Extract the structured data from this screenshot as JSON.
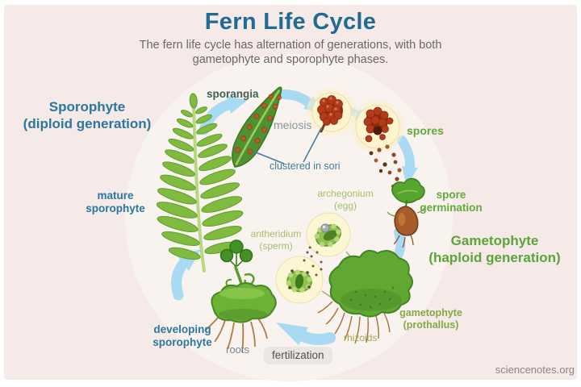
{
  "header": {
    "title": "Fern Life Cycle",
    "subtitle_line1": "The fern life cycle has alternation of generations, with both",
    "subtitle_line2": "gametophyte and sporophyte phases."
  },
  "headings": {
    "sporophyte": {
      "line1": "Sporophyte",
      "line2": "(diploid generation)"
    },
    "gametophyte": {
      "line1": "Gametophyte",
      "line2": "(haploid generation)"
    }
  },
  "labels": {
    "sporangia": "sporangia",
    "meiosis": "meiosis",
    "clustered_in_sori": "clustered in sori",
    "spores": "spores",
    "spore_germination": {
      "line1": "spore",
      "line2": "germination"
    },
    "archegonium": {
      "line1": "archegonium",
      "line2": "(egg)"
    },
    "antheridium": {
      "line1": "antheridium",
      "line2": "(sperm)"
    },
    "mature_sporophyte": {
      "line1": "mature",
      "line2": "sporophyte"
    },
    "gametophyte_prothallus": {
      "line1": "gametophyte",
      "line2": "(prothallus)"
    },
    "rhizoids": "rhizoids",
    "fertilization": "fertilization",
    "roots": "roots",
    "developing_sporophyte": {
      "line1": "developing",
      "line2": "sporophyte"
    }
  },
  "footer": {
    "watermark": "sciencenotes.org"
  },
  "icons": {
    "mature_fern": "mature-fern-frond",
    "sori_leaf": "fertile-frond-with-sori",
    "sporangium_intact": "sporangium-cluster",
    "sporangium_bursting": "sporangium-releasing-spores",
    "germinating_spore": "germinating-spore",
    "archegonium_cell": "archegonium-with-egg",
    "antheridium_cell": "antheridium-with-sperm",
    "prothallus": "gametophyte-prothallus",
    "young_sporophyte": "developing-sporophyte-plant",
    "cycle_arrows": "life-cycle-arrows"
  },
  "colors": {
    "background": "#f5eae8",
    "inner_disc": "#f9f3f0",
    "arrow": "#a9daf3",
    "title": "#1f6b92",
    "subtitle": "#6b6765",
    "sporophyte_heading": "#2a77a0",
    "gametophyte_heading": "#5ca339",
    "green_label": "#64a93c",
    "light_green_label": "#a4c168",
    "dark_green_label": "#3d6153",
    "gray_label": "#8d9596",
    "callout_teal": "#3f7f99",
    "prothallus_label": "#84a943",
    "olive_label": "#a8a449",
    "slate_label": "#72879a",
    "badge_bg": "#eae7e2",
    "badge_text": "#54504d",
    "watermark": "#8c8683"
  }
}
